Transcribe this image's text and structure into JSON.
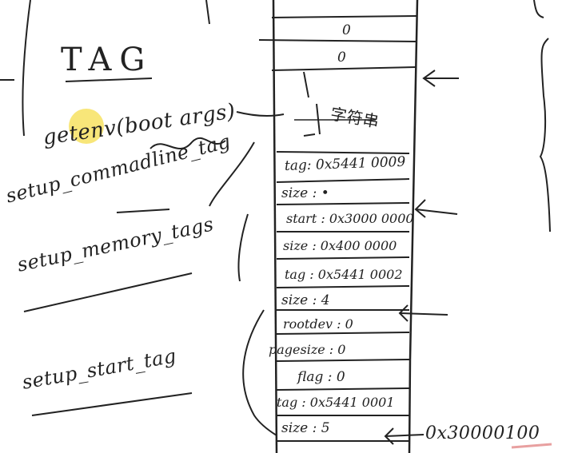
{
  "title": "TAG",
  "functions": {
    "getenv_prefix": "getenv(",
    "getenv_arg": "boot args",
    "getenv_close": ")",
    "cmdline": "setup_commadline_tag",
    "memory": "setup_memory_tags",
    "start": "setup_start_tag"
  },
  "stack": [
    "0",
    "0",
    "",
    "",
    "tag: 0x5441 0009",
    "size : •",
    "start : 0x3000 0000",
    "size : 0x400 0000",
    "tag : 0x5441 0002",
    "size : 4",
    "rootdev : 0",
    "pagesize : 0",
    "flag : 0",
    "tag : 0x5441 0001",
    "size : 5"
  ],
  "params_note": "字符串",
  "address_label": "0x30000100",
  "colors": {
    "ink": "#222222",
    "highlight": "#f7e36a",
    "corner_mark": "#e8a0a0"
  }
}
